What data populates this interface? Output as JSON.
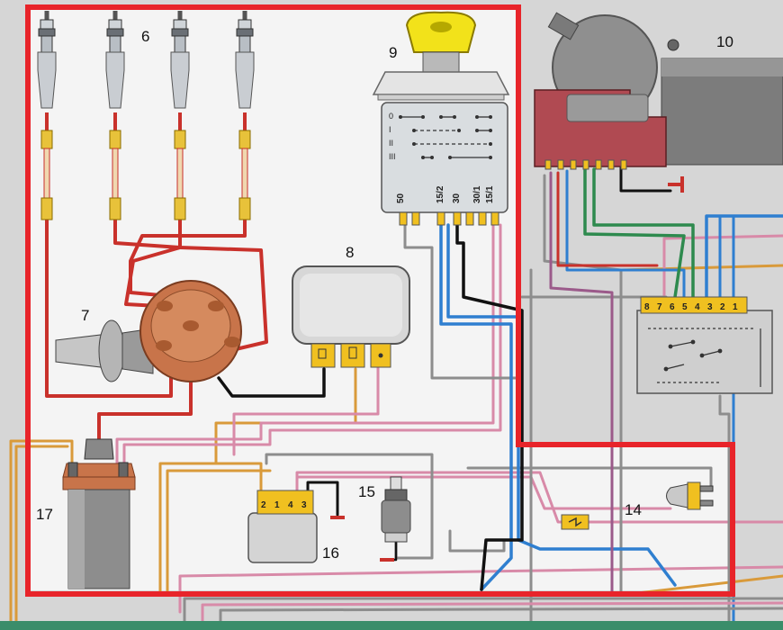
{
  "diagram": {
    "component_labels": [
      "6",
      "7",
      "8",
      "9",
      "10",
      "14",
      "15",
      "16",
      "17"
    ],
    "ignition_switch_terminals": [
      "50",
      "15/2",
      "30",
      "30/1",
      "15/1"
    ],
    "regulator_terminals": [
      "2",
      "1",
      "4",
      "3"
    ],
    "connector_terminals": [
      "8",
      "7",
      "6",
      "5",
      "4",
      "3",
      "2",
      "1"
    ],
    "colors": {
      "highlight": "#e8242a",
      "hv_wire": "#c9312b",
      "plug_boot": "#e8c23a",
      "distributor": "#c8744a",
      "ignition_key": "#f2e21a",
      "terminal_block": "#f0c020",
      "wire_blue": "#2f7fd0",
      "wire_green": "#2e8a4e",
      "wire_black": "#111111",
      "wire_orange": "#d99a3a",
      "wire_pink": "#d88aa8",
      "wire_grey": "#8d8d8d",
      "wire_violet": "#9b5a8a",
      "connector_body": "#b04a52"
    }
  }
}
